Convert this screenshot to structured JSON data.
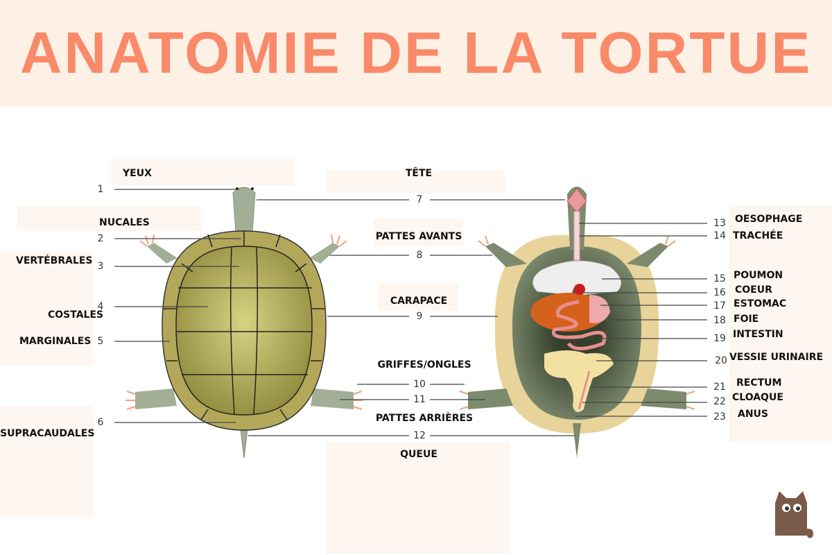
{
  "title": "ANATOMIE DE LA TORTUE",
  "external_labels": {
    "yeux": "YEUX",
    "nucales": "NUCALES",
    "vertebrales": "VERTÉBRALES",
    "costales": "COSTALES",
    "marginales": "MARGINALES",
    "supracaudales": "SUPRACAUDALES"
  },
  "center_labels": {
    "tete": "TÊTE",
    "pattes_avants": "PATTES AVANTS",
    "carapace": "CARAPACE",
    "griffes": "GRIFFES/ONGLES",
    "pattes_arrieres": "PATTES ARRIÈRES",
    "queue": "QUEUE"
  },
  "internal_labels": {
    "oesophage": "OESOPHAGE",
    "trachee": "TRACHÉE",
    "poumon": "POUMON",
    "coeur": "COEUR",
    "estomac": "ESTOMAC",
    "foie": "FOIE",
    "intestin": "INTESTIN",
    "vessie": "VESSIE URINAIRE",
    "rectum": "RECTUM",
    "cloaque": "CLOAQUE",
    "anus": "ANUS"
  },
  "numbers": [
    "1",
    "2",
    "3",
    "4",
    "5",
    "6",
    "7",
    "8",
    "9",
    "10",
    "11",
    "12",
    "13",
    "14",
    "15",
    "16",
    "17",
    "18",
    "19",
    "20",
    "21",
    "22",
    "23"
  ],
  "colors": {
    "title": "#f98a69",
    "banner": "#fdf0e5",
    "shell": "#b3a85a",
    "skin": "#a3ae97",
    "body": "#7c8a6e"
  }
}
